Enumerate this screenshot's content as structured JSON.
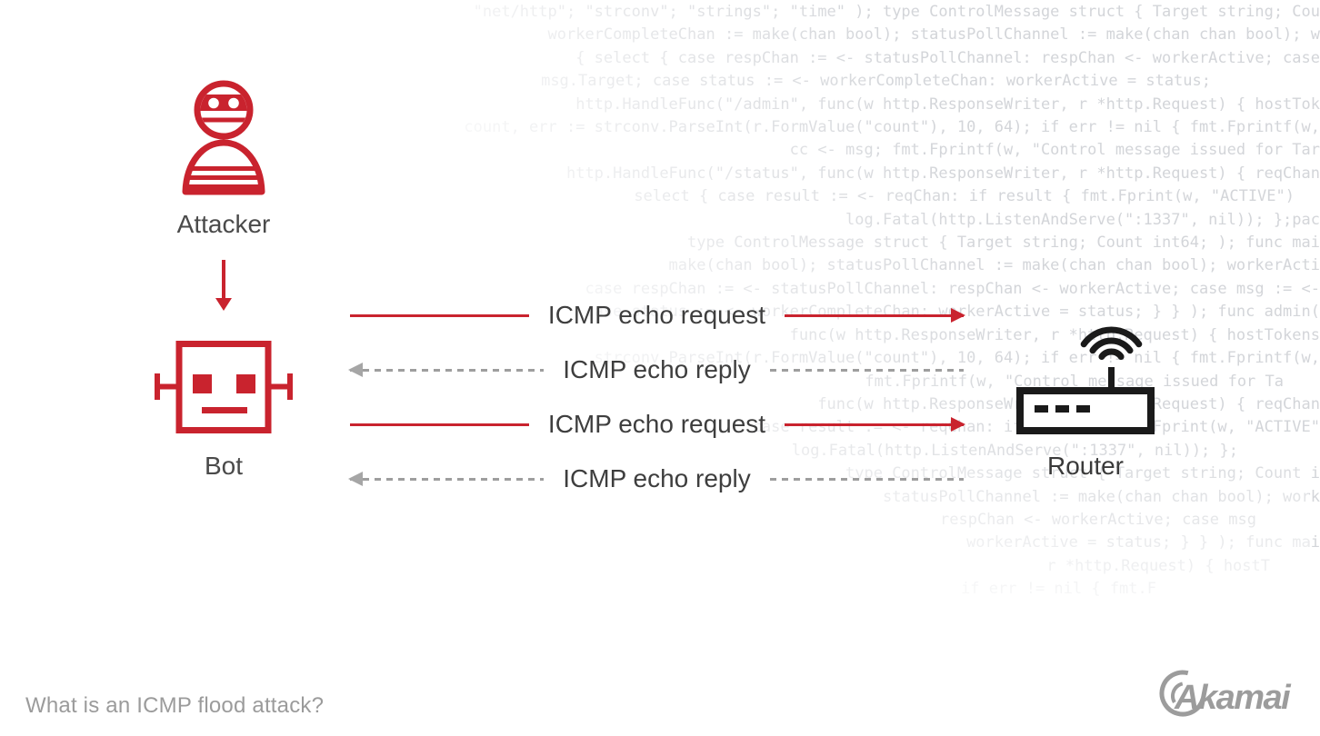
{
  "diagram": {
    "title_hidden": "",
    "nodes": {
      "attacker": {
        "label": "Attacker"
      },
      "bot": {
        "label": "Bot"
      },
      "router": {
        "label": "Router"
      }
    },
    "messages": [
      {
        "label": "ICMP echo request",
        "direction": "right",
        "style": "solid"
      },
      {
        "label": "ICMP echo reply",
        "direction": "left",
        "style": "dashed"
      },
      {
        "label": "ICMP echo request",
        "direction": "right",
        "style": "solid"
      },
      {
        "label": "ICMP echo reply",
        "direction": "left",
        "style": "dashed"
      }
    ]
  },
  "caption": "What is an ICMP flood attack?",
  "branding": {
    "logo_text": "Akamai"
  },
  "colors": {
    "accent_red": "#C9232E",
    "router_black": "#1A1A1A",
    "arrow_gray": "#9E9E9E",
    "arrowhead_gray": "#A6A6A6",
    "message_label": "#3E3E3E",
    "node_label": "#4A4A4A",
    "router_label": "#3A3A3A",
    "caption_gray": "#9B9B9B",
    "logo_gray": "#9C9C9C",
    "code_gray": "#D3D5D9"
  },
  "background_code": {
    "lines": [
      "\"net/http\"; \"strconv\"; \"strings\"; \"time\" ); type ControlMessage struct { Target string; Cou",
      "workerCompleteChan := make(chan bool); statusPollChannel := make(chan chan bool); w",
      "{ select { case respChan := <- statusPollChannel: respChan <- workerActive; case",
      "msg.Target; case status := <- workerCompleteChan: workerActive = status;",
      "http.HandleFunc(\"/admin\", func(w http.ResponseWriter, r *http.Request) { hostTok",
      "count, err := strconv.ParseInt(r.FormValue(\"count\"), 10, 64); if err != nil { fmt.Fprintf(w,",
      "cc <- msg; fmt.Fprintf(w, \"Control message issued for Tar",
      "http.HandleFunc(\"/status\", func(w http.ResponseWriter, r *http.Request) { reqChan",
      "select { case result := <- reqChan: if result { fmt.Fprint(w, \"ACTIVE\")",
      "log.Fatal(http.ListenAndServe(\":1337\", nil)); };pac",
      "type ControlMessage struct { Target string; Count int64; ); func mai",
      "make(chan bool); statusPollChannel := make(chan chan bool); workerActi",
      "case respChan := <- statusPollChannel: respChan <- workerActive; case msg := <-",
      "case status := <- workerCompleteChan: workerActive = status; } } ); func admin(",
      "func(w http.ResponseWriter, r *http.Request) { hostTokens",
      "strconv.ParseInt(r.FormValue(\"count\"), 10, 64); if err != nil { fmt.Fprintf(w,",
      "fmt.Fprintf(w, \"Control message issued for Ta",
      "func(w http.ResponseWriter, r *http.Request) { reqChan",
      "case result := <- reqChan: if result { fmt.Fprint(w, \"ACTIVE\"",
      "log.Fatal(http.ListenAndServe(\":1337\", nil)); };",
      "type ControlMessage struct { Target string; Count i",
      "statusPollChannel := make(chan chan bool); work",
      "respChan <- workerActive; case msg",
      "workerActive = status; } } ); func mai",
      "r *http.Request) { hostT",
      "if err != nil { fmt.F"
    ]
  }
}
